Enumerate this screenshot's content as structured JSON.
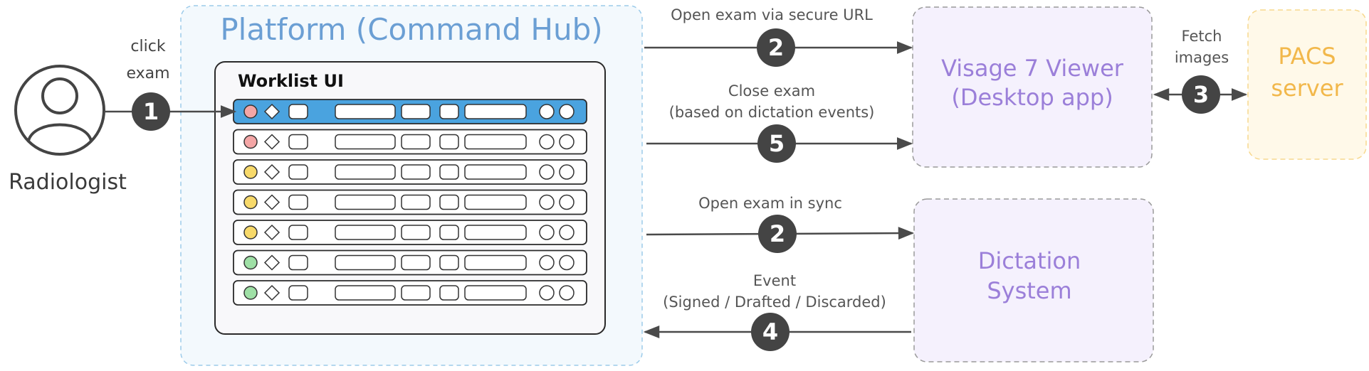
{
  "actor": {
    "label": "Radiologist",
    "icon": "person-icon"
  },
  "step1": {
    "number": "1",
    "line1": "click",
    "line2": "exam"
  },
  "platform": {
    "title": "Platform (Command Hub)",
    "color": "#6b9fd4",
    "bg": "#f3f9fd"
  },
  "worklist": {
    "title": "Worklist UI",
    "highlight_color": "#4aa3df",
    "rows": [
      {
        "status": "red",
        "selected": true
      },
      {
        "status": "red",
        "selected": false
      },
      {
        "status": "yellow",
        "selected": false
      },
      {
        "status": "yellow",
        "selected": false
      },
      {
        "status": "yellow",
        "selected": false
      },
      {
        "status": "green",
        "selected": false
      },
      {
        "status": "green",
        "selected": false
      }
    ],
    "status_colors": {
      "red": "#f4a6a6",
      "yellow": "#f7d96a",
      "green": "#9fe0a6"
    }
  },
  "viewer": {
    "line1": "Visage 7 Viewer",
    "line2": "(Desktop app)",
    "color": "#9b7fd9",
    "bg": "#f5f1fd"
  },
  "dictation": {
    "line1": "Dictation",
    "line2": "System",
    "color": "#9b7fd9",
    "bg": "#f5f1fd"
  },
  "pacs": {
    "line1": "PACS",
    "line2": "server",
    "color": "#f2b84b",
    "bg": "#fff9e9"
  },
  "arrows": {
    "open_url": {
      "number": "2",
      "label": "Open exam via secure URL"
    },
    "close_exam": {
      "number": "5",
      "line1": "Close exam",
      "line2": "(based on dictation events)"
    },
    "open_sync": {
      "number": "2",
      "label": "Open exam in sync"
    },
    "event": {
      "number": "4",
      "line1": "Event",
      "line2": "(Signed / Drafted / Discarded)"
    },
    "fetch": {
      "number": "3",
      "line1": "Fetch",
      "line2": "images"
    }
  }
}
